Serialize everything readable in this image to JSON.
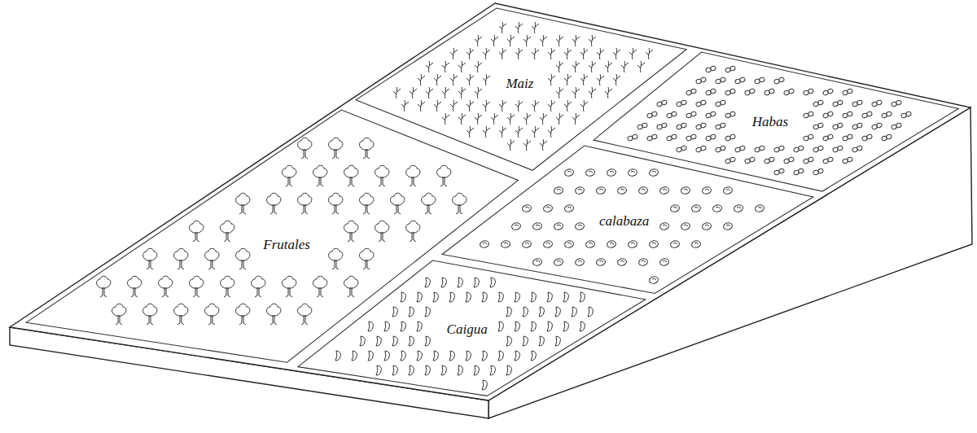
{
  "diagram": {
    "nodes": [
      {
        "text": [
          "Maiz"
        ]
      },
      {
        "text": [
          "Habas"
        ]
      },
      {
        "text": [
          "Frutales"
        ]
      },
      {
        "text": [
          "calabaza"
        ]
      },
      {
        "text": [
          "Caigua"
        ]
      }
    ]
  }
}
